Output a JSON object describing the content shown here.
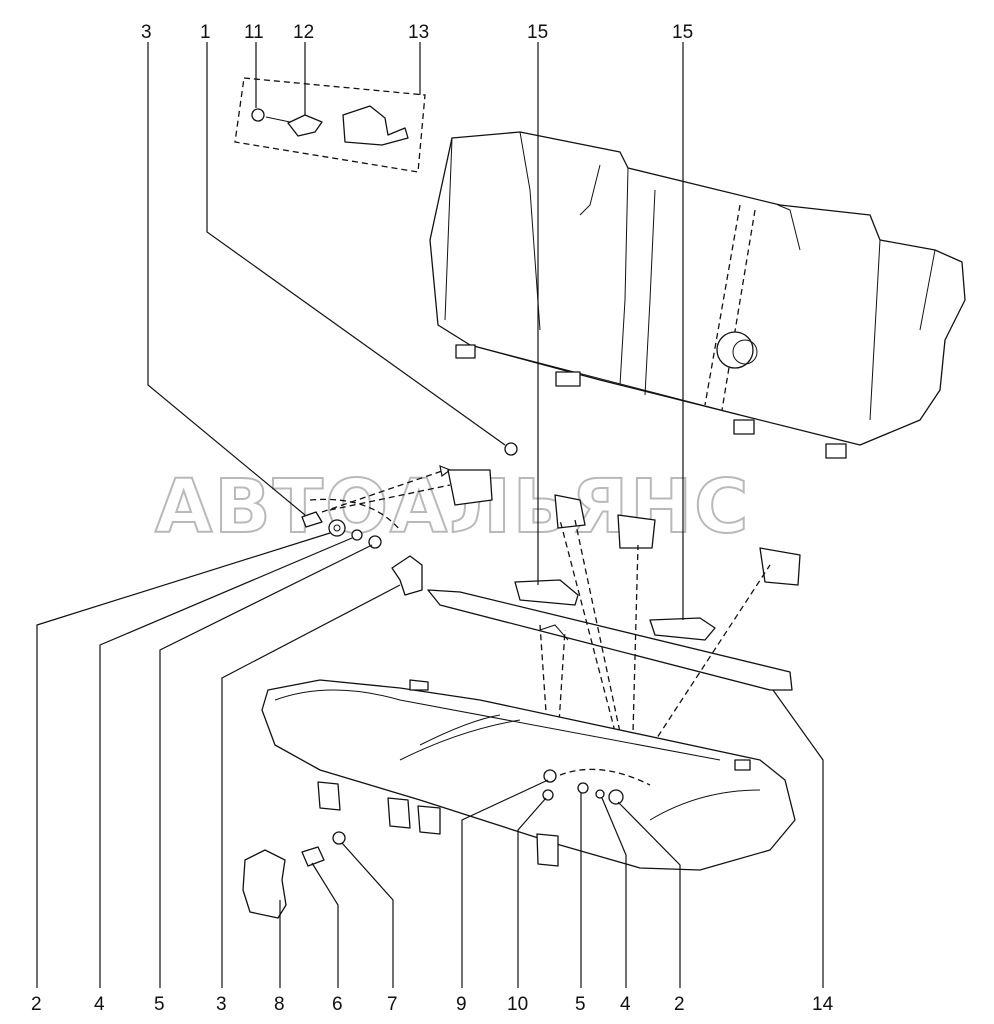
{
  "watermark": "АВТОАЛЬЯНС",
  "callouts_top": [
    "3",
    "1",
    "11",
    "12",
    "13",
    "15",
    "15"
  ],
  "callouts_bottom": [
    "2",
    "4",
    "5",
    "3",
    "8",
    "6",
    "7",
    "9",
    "10",
    "5",
    "4",
    "2",
    "14"
  ]
}
